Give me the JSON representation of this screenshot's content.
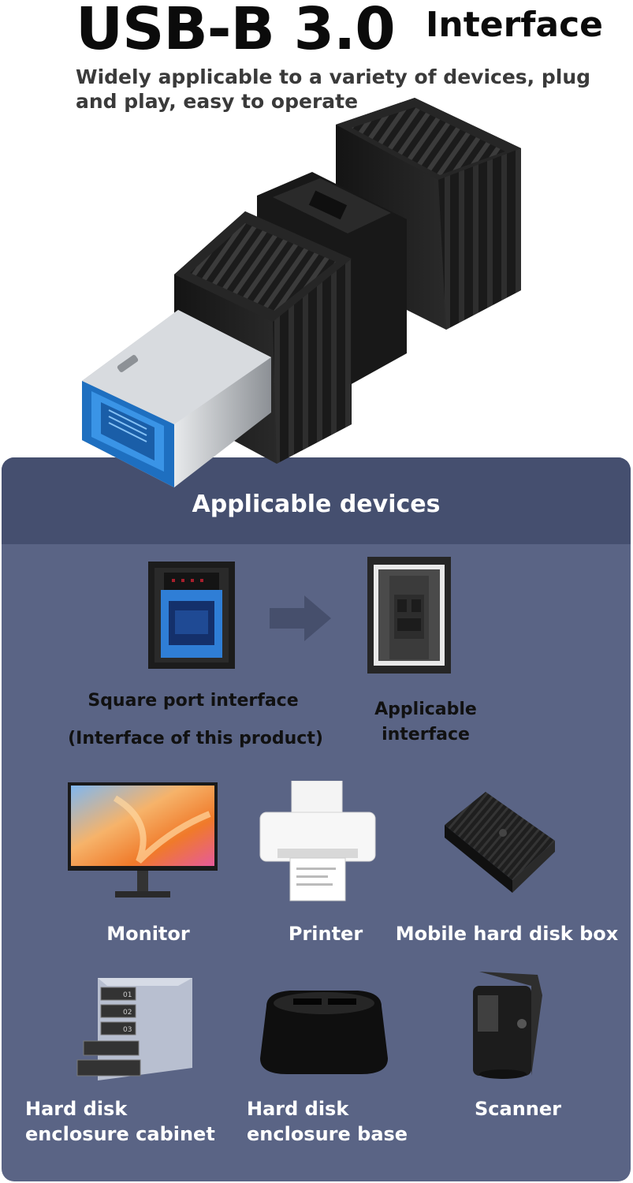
{
  "header": {
    "title": "USB-B 3.0",
    "title_suffix": "Interface",
    "subtitle_line1": "Widely applicable to a variety of devices, plug",
    "subtitle_line2": "and play, easy to operate"
  },
  "panel": {
    "title": "Applicable devices",
    "comparison": {
      "left_label_line1": "Square port interface",
      "left_label_line2": "(Interface of this product)",
      "right_label_line1": "Applicable",
      "right_label_line2": "interface"
    },
    "devices": [
      {
        "label_line1": "Monitor",
        "label_line2": ""
      },
      {
        "label_line1": "Printer",
        "label_line2": ""
      },
      {
        "label_line1": "Mobile hard disk box",
        "label_line2": ""
      },
      {
        "label_line1": "Hard disk",
        "label_line2": "enclosure cabinet"
      },
      {
        "label_line1": "Hard disk",
        "label_line2": "enclosure base"
      },
      {
        "label_line1": "Scanner",
        "label_line2": ""
      }
    ]
  },
  "colors": {
    "panel_bg": "#5a6485",
    "panel_header_bg": "#454f6f",
    "usb_blue": "#2f86d8",
    "adapter_black": "#1c1c1c"
  }
}
